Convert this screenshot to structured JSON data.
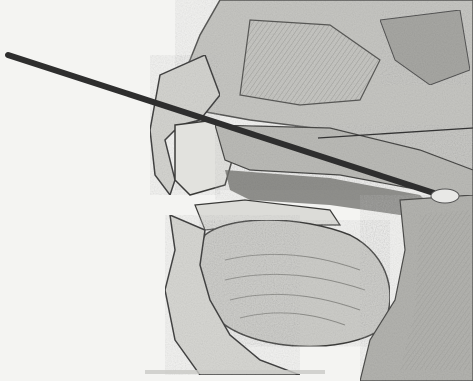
{
  "image": {
    "kind": "grayscale anatomical illustration",
    "palette": {
      "background": "#f4f4f2",
      "ink_dark": "#2e2e2e",
      "ink_mid": "#6a6a6a",
      "tissue_light": "#d9d9d6",
      "tissue_mid": "#b9b9b5",
      "tissue_dark": "#8c8c88"
    },
    "elements": [
      "instrument-rod",
      "pointer-line"
    ]
  }
}
